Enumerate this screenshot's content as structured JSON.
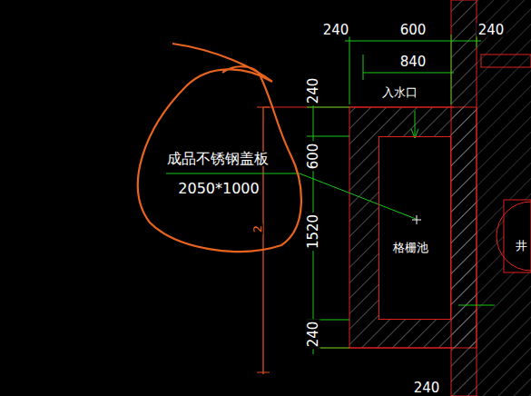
{
  "diagram": {
    "nodes": [
      {
        "text": [
          "格栅池"
        ]
      }
    ],
    "labels": [
      "240",
      "600",
      "240",
      "840",
      "入水口",
      "240",
      "600",
      "1520",
      "240",
      "成品不锈钢盖板",
      "2050*1000",
      "2",
      "井",
      "240"
    ]
  }
}
